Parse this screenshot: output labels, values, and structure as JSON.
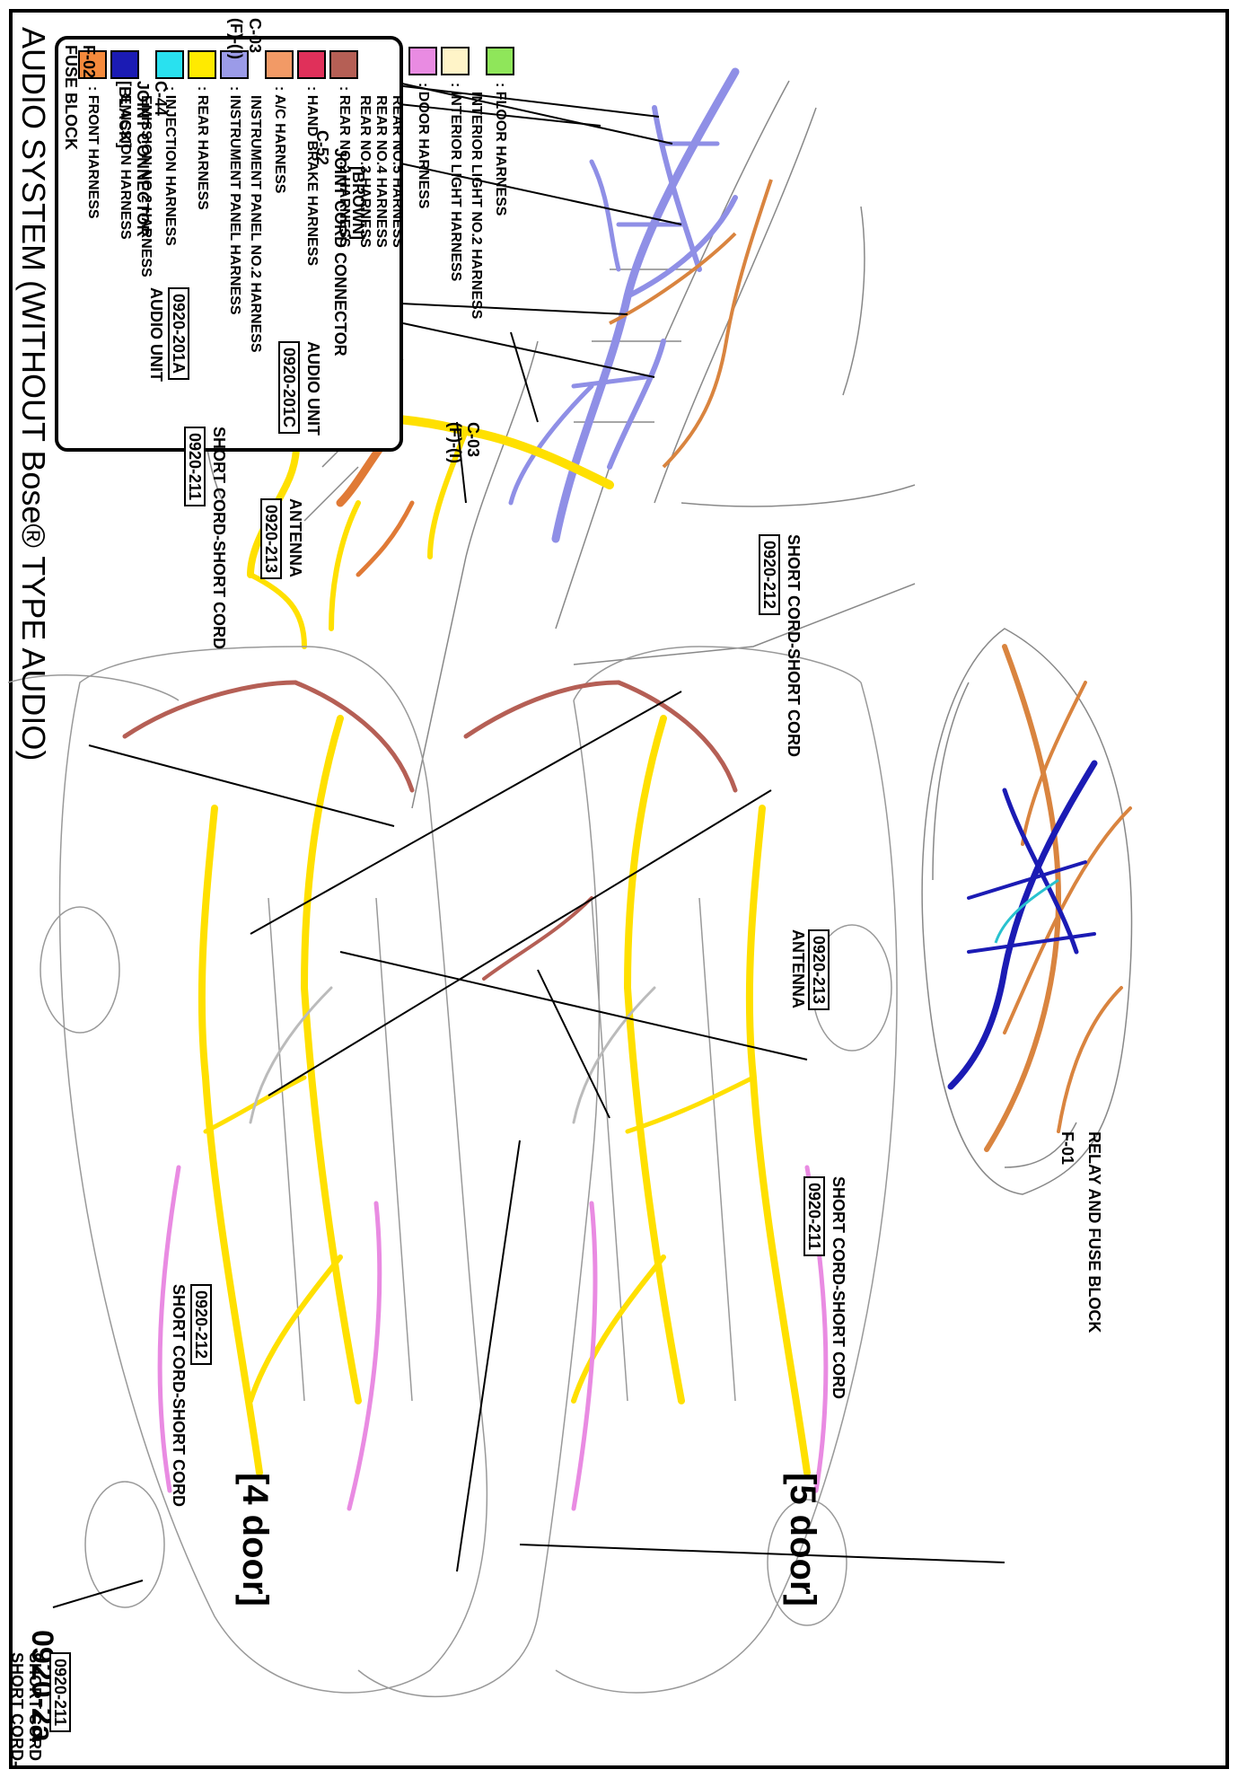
{
  "title": "AUDIO SYSTEM (WITHOUT Bose® TYPE AUDIO)",
  "page_number": "0920-2a",
  "legend": [
    {
      "color": "#f58a3c",
      "label": ": FRONT HARNESS"
    },
    {
      "color": "#1b1bb4",
      "label": ": EMISSION HARNESS",
      "sub": "EMISSION NO.2 HARNESS"
    },
    {
      "color": "#29e1ef",
      "label": ": INJECTION HARNESS"
    },
    {
      "color": "#ffea00",
      "label": ": REAR HARNESS"
    },
    {
      "color": "#9b9be8",
      "label": ": INSTRUMENT PANEL HARNESS",
      "sub": "INSTRUMENT PANEL NO.2 HARNESS"
    },
    {
      "color": "#f29a66",
      "label": ": A/C HARNESS"
    },
    {
      "color": "#e0305a",
      "label": ": HAND BRAKE HARNESS"
    },
    {
      "color": "#b55f55",
      "label": ": REAR NO.2 HARNESS",
      "sub": "REAR NO.3 HARNESS",
      "sub2": "REAR NO.4 HARNESS",
      "sub3": "REAR NO.5 HARNESS"
    },
    {
      "color": "#e98be2",
      "label": ": DOOR HARNESS"
    },
    {
      "color": "#fff4c8",
      "label": ": INTERIOR LIGHT HARNESS",
      "sub": "INTERIOR LIGHT NO.2 HARNESS"
    },
    {
      "color": "#8fe65a",
      "label": ": FLOOR HARNESS"
    }
  ],
  "labels": {
    "fuse_block": "FUSE BLOCK",
    "f02": "F-02",
    "black": "[BLACK]",
    "joint_connector": "JOINT CONNECTOR",
    "c44": "C-44",
    "c03_top": "C-03",
    "fi_top": "(F)-(I)",
    "c52": "C-52",
    "joint_cord_connector": "JOINT CORD CONNECTOR",
    "brown": "[BROWN]",
    "audio_unit_a": "AUDIO UNIT",
    "code_201a": "0920-201A",
    "code_201c": "0920-201C",
    "audio_unit_c": "AUDIO UNIT",
    "fi_mid": "(F)-(I)",
    "c03_mid": "C-03",
    "code_211_top": "0920-211",
    "short_cord_top": "SHORT CORD-SHORT CORD",
    "relay_fuse": "RELAY AND FUSE BLOCK",
    "f01": "F-01",
    "code_213_4d": "0920-213",
    "antenna_4d": "ANTENNA",
    "code_212_4d": "0920-212",
    "short_cord_212_4d": "SHORT CORD-SHORT CORD",
    "short_cord_211_4d_a": "SHORT CORD-",
    "short_cord_211_4d_b": "SHORT CORD",
    "code_211_4d": "0920-211",
    "four_door": "[4 door]",
    "code_212_5d": "0920-212",
    "short_cord_212_5d": "SHORT CORD-SHORT CORD",
    "antenna_5d": "ANTENNA",
    "code_213_5d": "0920-213",
    "short_cord_211_5d": "SHORT CORD-SHORT CORD",
    "code_211_5d": "0920-211",
    "five_door": "[5 door]"
  }
}
